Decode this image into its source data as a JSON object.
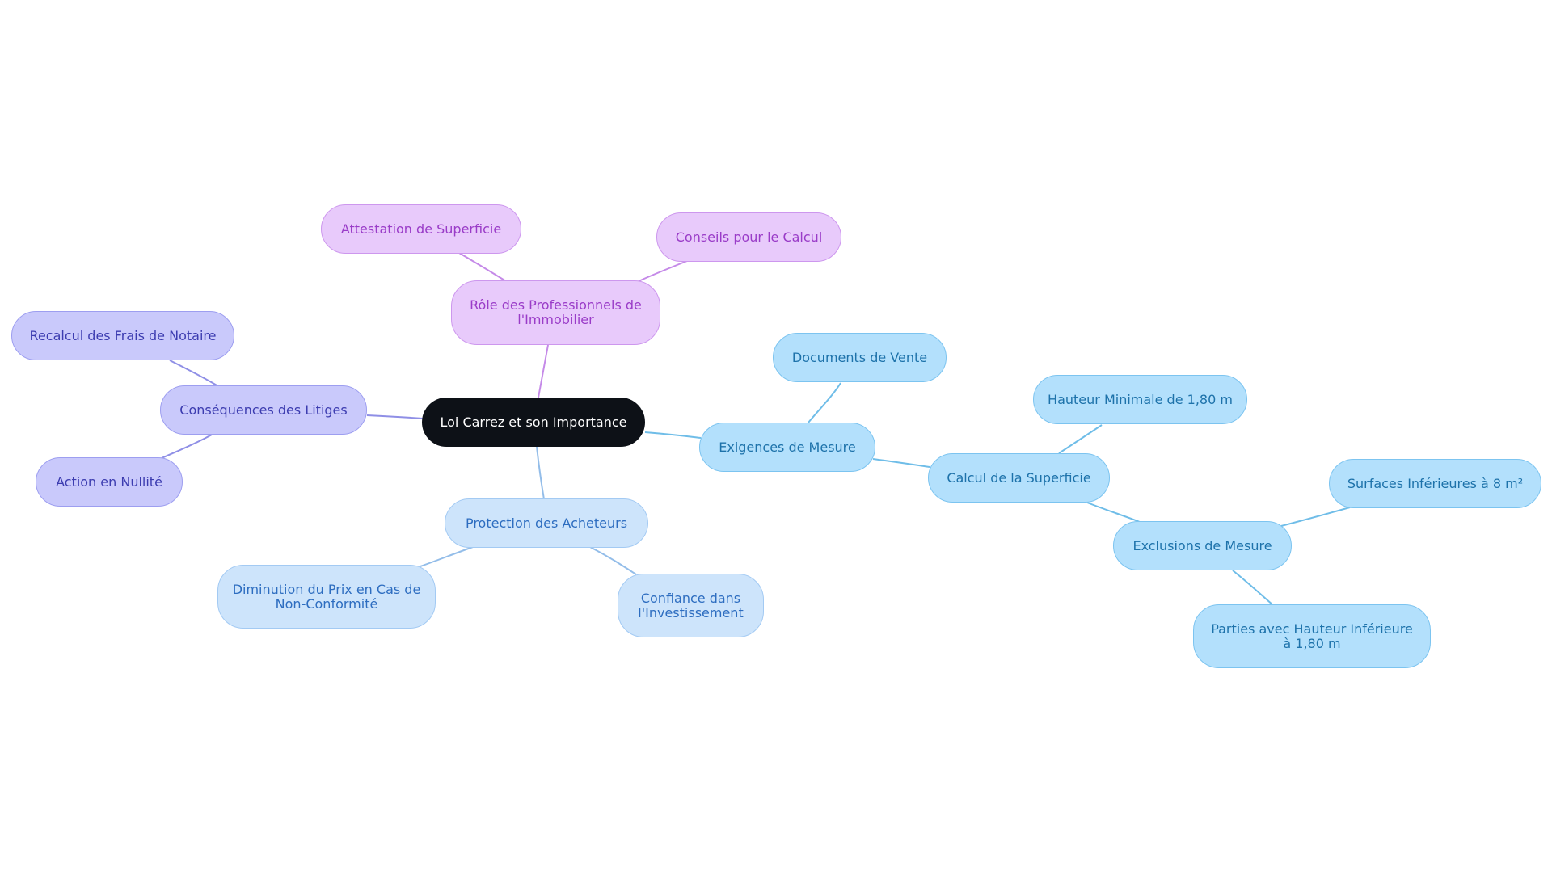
{
  "diagram": {
    "root": {
      "label": "Loi Carrez et son Importance"
    },
    "exigences": {
      "label": "Exigences de Mesure"
    },
    "documents": {
      "label": "Documents de Vente"
    },
    "calcul": {
      "label": "Calcul de la Superficie"
    },
    "hauteur": {
      "label": "Hauteur Minimale de 1,80 m"
    },
    "exclusions": {
      "label": "Exclusions de Mesure"
    },
    "surfaces": {
      "label": "Surfaces Inférieures à 8 m²"
    },
    "parties": {
      "line1": "Parties avec Hauteur Inférieure",
      "line2": "à 1,80 m"
    },
    "protection": {
      "label": "Protection des Acheteurs"
    },
    "diminution": {
      "line1": "Diminution du Prix en Cas de",
      "line2": "Non-Conformité"
    },
    "confiance": {
      "line1": "Confiance dans",
      "line2": "l'Investissement"
    },
    "litiges": {
      "label": "Conséquences des Litiges"
    },
    "recalcul": {
      "label": "Recalcul des Frais de Notaire"
    },
    "nullite": {
      "label": "Action en Nullité"
    },
    "role": {
      "line1": "Rôle des Professionnels de",
      "line2": "l'Immobilier"
    },
    "attestation": {
      "label": "Attestation de Superficie"
    },
    "conseils": {
      "label": "Conseils pour le Calcul"
    }
  },
  "colors": {
    "blue_edge": "#6fbde8",
    "light_edge": "#93bde9",
    "violet_edge": "#8f8fe6",
    "pink_edge": "#c58ae8"
  }
}
